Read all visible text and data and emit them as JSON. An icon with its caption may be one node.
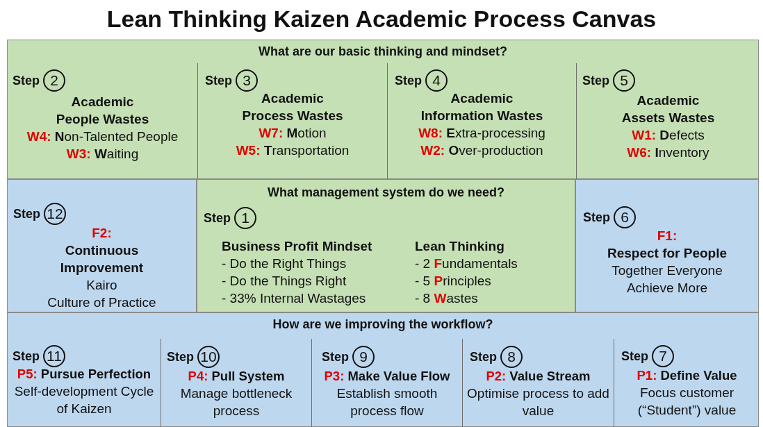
{
  "diagram": {
    "title": "Lean Thinking Kaizen Academic Process Canvas",
    "nodes": [
      {
        "text": [
          "What are our basic thinking and mindset?"
        ]
      },
      {
        "text": [
          "Step",
          "2",
          "Academic People Wastes",
          "W4: **N**on-Talented People",
          "W3: **W**aiting"
        ],
        "in": 0
      },
      {
        "text": [
          "Step",
          "3",
          "Academic Process Wastes",
          "W7: **M**otion",
          "W5: **T**ransportation"
        ],
        "in": 0
      },
      {
        "text": [
          "Step",
          "4",
          "Academic Information Wastes",
          "W8: **E**xtra-processing",
          "W2: **O**ver-production"
        ],
        "in": 0
      },
      {
        "text": [
          "Step",
          "5",
          "Academic Assets Wastes",
          "W1: **D**efects",
          "W6: **I**nventory"
        ],
        "in": 0
      },
      {
        "text": [
          "Step",
          "12",
          "F2:",
          "Continuous Improvement",
          "Kairo",
          "Culture of Practice"
        ]
      },
      {
        "text": [
          "What management system do we need?",
          "Step",
          "1",
          "Business Profit Mindset",
          "- Do the Right Things",
          "- Do the Things Right",
          "- 33% Internal Wastages",
          "Lean Thinking",
          "- 2 **F**undamentals",
          "- 5 **P**rinciples",
          "- 8 **W**astes"
        ]
      },
      {
        "text": [
          "Step",
          "6",
          "F1:",
          "Respect for People",
          "Together Everyone Achieve More"
        ]
      },
      {
        "text": [
          "How are we improving the workflow?"
        ]
      },
      {
        "text": [
          "Step",
          "11",
          "P5: Pursue Perfection",
          "Self-development Cycle of Kaizen"
        ],
        "in": 8
      },
      {
        "text": [
          "Step",
          "10",
          "P4: Pull System",
          "Manage bottleneck process"
        ],
        "in": 8
      },
      {
        "text": [
          "Step",
          "9",
          "P3: Make Value Flow",
          "Establish smooth process flow"
        ],
        "in": 8
      },
      {
        "text": [
          "Step",
          "8",
          "P2: Value Stream",
          "Optimise process to add value"
        ],
        "in": 8
      },
      {
        "text": [
          "Step",
          "7",
          "P1: Define Value",
          "Focus customer (“Student”) value"
        ],
        "in": 8
      }
    ],
    "edges": []
  }
}
